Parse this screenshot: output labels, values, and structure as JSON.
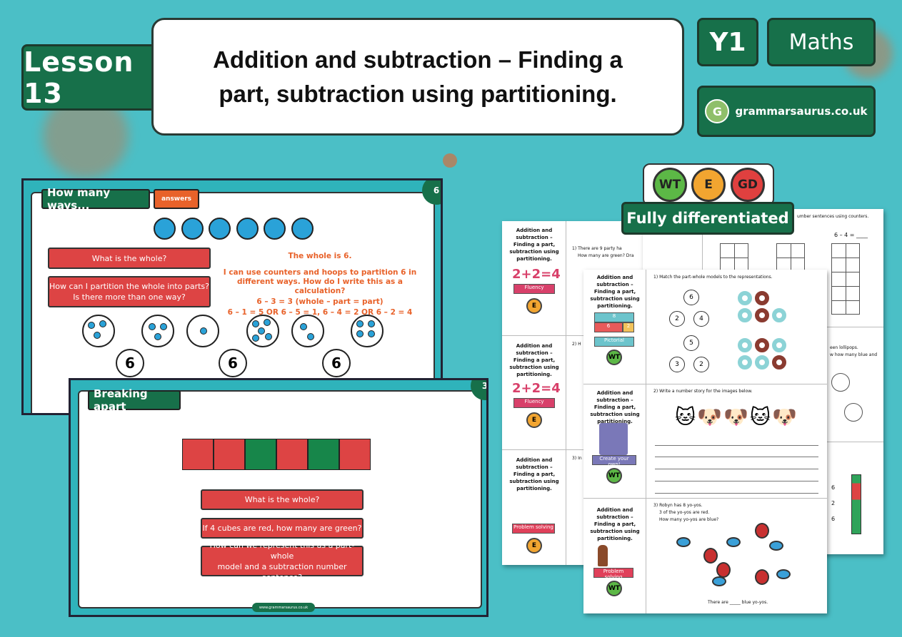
{
  "header": {
    "lesson": "Lesson 13",
    "title_line1": "Addition and subtraction – Finding a",
    "title_line2": "part, subtraction using partitioning.",
    "year": "Y1",
    "subject": "Maths",
    "brand": "grammarsaurus.co.uk"
  },
  "colors": {
    "background": "#4bbfc6",
    "brand_green": "#17704a",
    "red": "#dd4444",
    "orange": "#e8622a",
    "counter_blue": "#2aa2d8"
  },
  "slide1": {
    "heading": "How many ways...",
    "answers_tag": "answers",
    "page": "6",
    "q1": "What is the whole?",
    "q2a": "How can I partition the whole into parts?",
    "q2b": "Is there more than one way?",
    "a1": "The whole is 6.",
    "a2": "I can use counters and hoops to partition 6 in different ways. How do I write this as a calculation?",
    "a3": "6 – 3 = 3 (whole – part = part)",
    "a4": "6 – 1 = 5 OR 6 – 5 = 1, 6 – 4 = 2 OR 6 – 2 = 4",
    "whole_label": "6"
  },
  "slide2": {
    "heading": "Breaking apart",
    "page": "3",
    "cubes": [
      "red",
      "red",
      "green",
      "red",
      "green",
      "red"
    ],
    "q1": "What is the whole?",
    "q2": "If 4 cubes are red, how many are green?",
    "q3a": "How can we represent this as a part-whole",
    "q3b": "model and a subtraction number sentence?",
    "footer": "www.grammarsaurus.co.uk"
  },
  "differentiation": {
    "levels": [
      "WT",
      "E",
      "GD"
    ],
    "banner": "Fully differentiated"
  },
  "worksheets": {
    "title": "Addition and subtraction – Finding a part, subtraction using partitioning.",
    "fluency_eq": "2+2=4",
    "fluency": "Fluency",
    "pictorial": "Pictorial",
    "create": "Create your own!",
    "problem": "Problem solving",
    "back_q1a": "1) There are 9 party ha",
    "back_q1b": "How many are green? Dra",
    "back_q2": "2) H",
    "back_q3": "3) In",
    "mid_q": "umber sentences using counters.",
    "mid_eq": "6 – 4 = ____",
    "mid_q2a": "een lollipops.",
    "mid_q2b": "w how many blue and",
    "front_q1": "1) Match the part-whole models to the representations.",
    "bar_whole": "8",
    "bar_part1": "6",
    "bar_part2": "2",
    "model1": [
      "6",
      "2",
      "4"
    ],
    "model2": [
      "5",
      "3",
      "2"
    ],
    "front_q2": "2) Write a number story for the images below.",
    "front_q3a": "3) Robyn has 8 yo-yos.",
    "front_q3b": "3 of the yo-yos are red.",
    "front_q3c": "How many yo-yos are blue?",
    "front_answer": "There are _____ blue yo-yos.",
    "side_nums": [
      "6",
      "2",
      "6"
    ]
  }
}
